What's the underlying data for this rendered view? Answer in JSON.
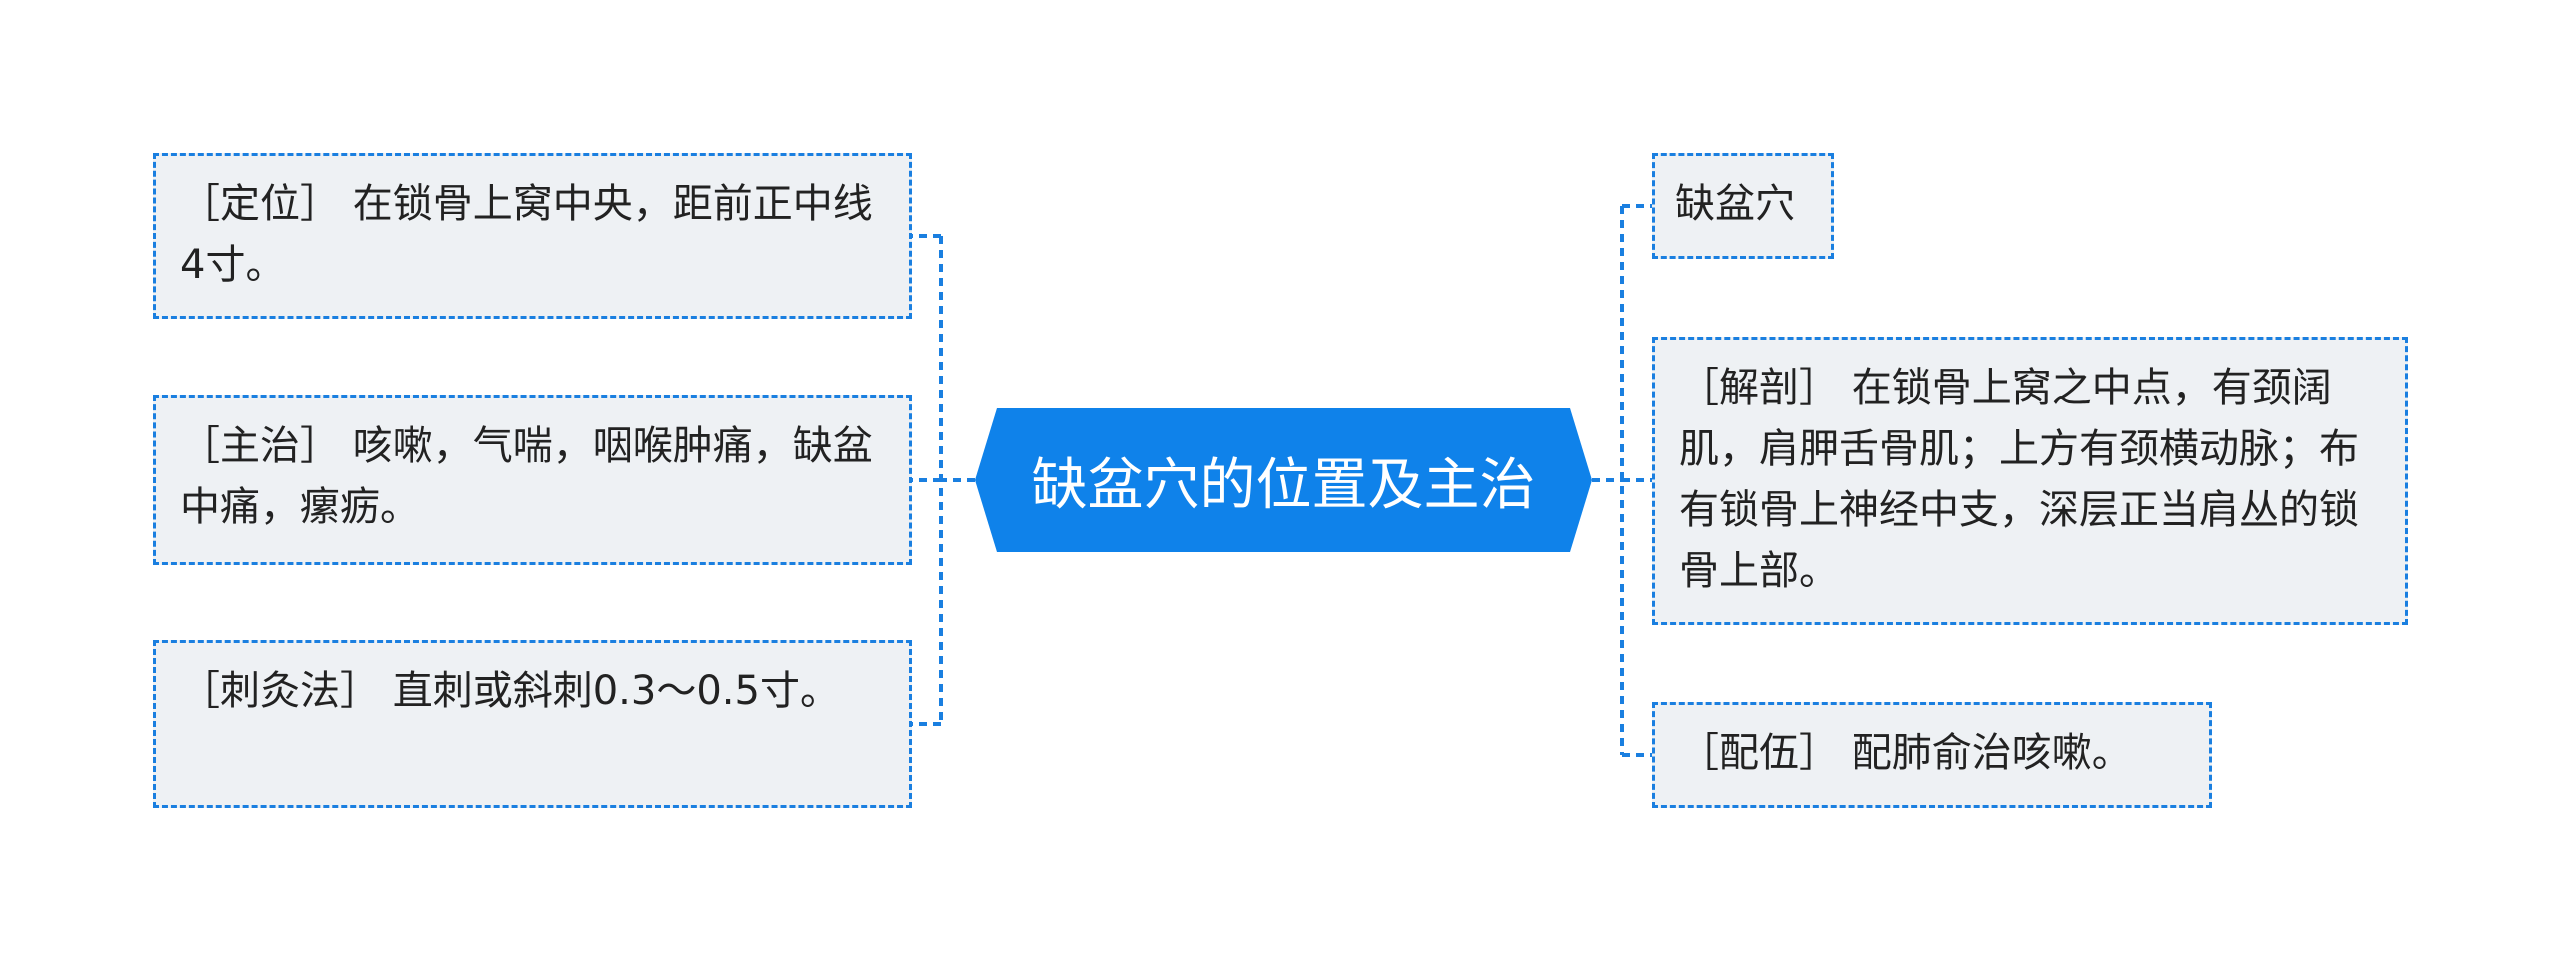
{
  "center": {
    "title": "缺盆穴的位置及主治"
  },
  "left_nodes": [
    {
      "text": "［定位］ 在锁骨上窝中央，距前正中线4寸。"
    },
    {
      "text": "［主治］ 咳嗽，气喘，咽喉肿痛，缺盆中痛，瘰疬。"
    },
    {
      "text": "［刺灸法］ 直刺或斜刺0.3～0.5寸。"
    }
  ],
  "right_nodes": [
    {
      "text": "缺盆穴"
    },
    {
      "text": "［解剖］ 在锁骨上窝之中点，有颈阔肌，肩胛舌骨肌；上方有颈横动脉；布有锁骨上神经中支，深层正当肩丛的锁骨上部。"
    },
    {
      "text": "［配伍］ 配肺俞治咳嗽。"
    }
  ],
  "colors": {
    "accent": "#1a7fe0",
    "node_bg": "#eef1f4",
    "center_fill": "#0f82ea"
  }
}
